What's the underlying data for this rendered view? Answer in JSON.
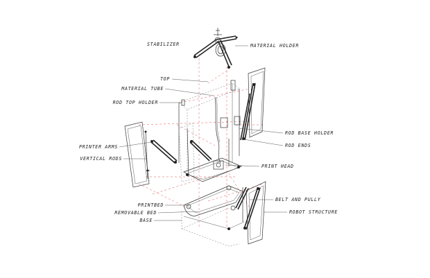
{
  "diagram": {
    "labels": {
      "stabilizer": "STABILIZER",
      "material_holder": "MATERIAL HOLDER",
      "top": "TOP",
      "material_tube": "MATERIAL TUBE",
      "rod_top_holder": "ROD TOP HOLDER",
      "rod_base_holder": "ROD BASE HOLDER",
      "rod_ends": "ROD ENDS",
      "printer_arms": "PRINTER ARMS",
      "vertical_rods": "VERTICAL RODS",
      "print_head": "PRINT HEAD",
      "belt_and_pully": "BELT AND PULLY",
      "printbed": "PRINTBED",
      "removable_bed": "REMOVABLE BED",
      "robot_structure": "ROBOT STRUCTURE",
      "base": "BASE"
    }
  }
}
